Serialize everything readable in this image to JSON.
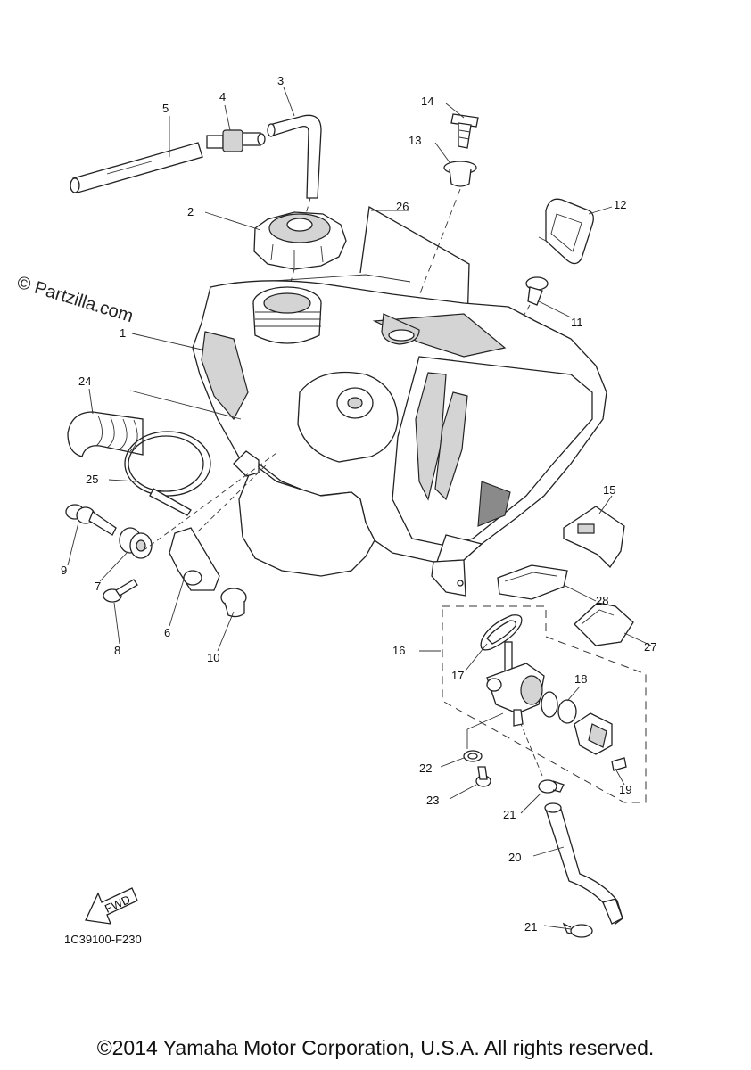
{
  "watermark": "© Partzilla.com",
  "diagram_code": "1C39100-F230",
  "fwd_label": "FWD",
  "copyright": "©2014 Yamaha Motor Corporation, U.S.A. All rights reserved.",
  "callouts": {
    "c1": "1",
    "c2": "2",
    "c3": "3",
    "c4": "4",
    "c5": "5",
    "c6": "6",
    "c7": "7",
    "c8": "8",
    "c9": "9",
    "c10": "10",
    "c11": "11",
    "c12": "12",
    "c13": "13",
    "c14": "14",
    "c15": "15",
    "c16": "16",
    "c17": "17",
    "c18": "18",
    "c19": "19",
    "c20": "20",
    "c21a": "21",
    "c21b": "21",
    "c22": "22",
    "c23": "23",
    "c24": "24",
    "c25": "25",
    "c26": "26",
    "c27": "27",
    "c28": "28"
  }
}
